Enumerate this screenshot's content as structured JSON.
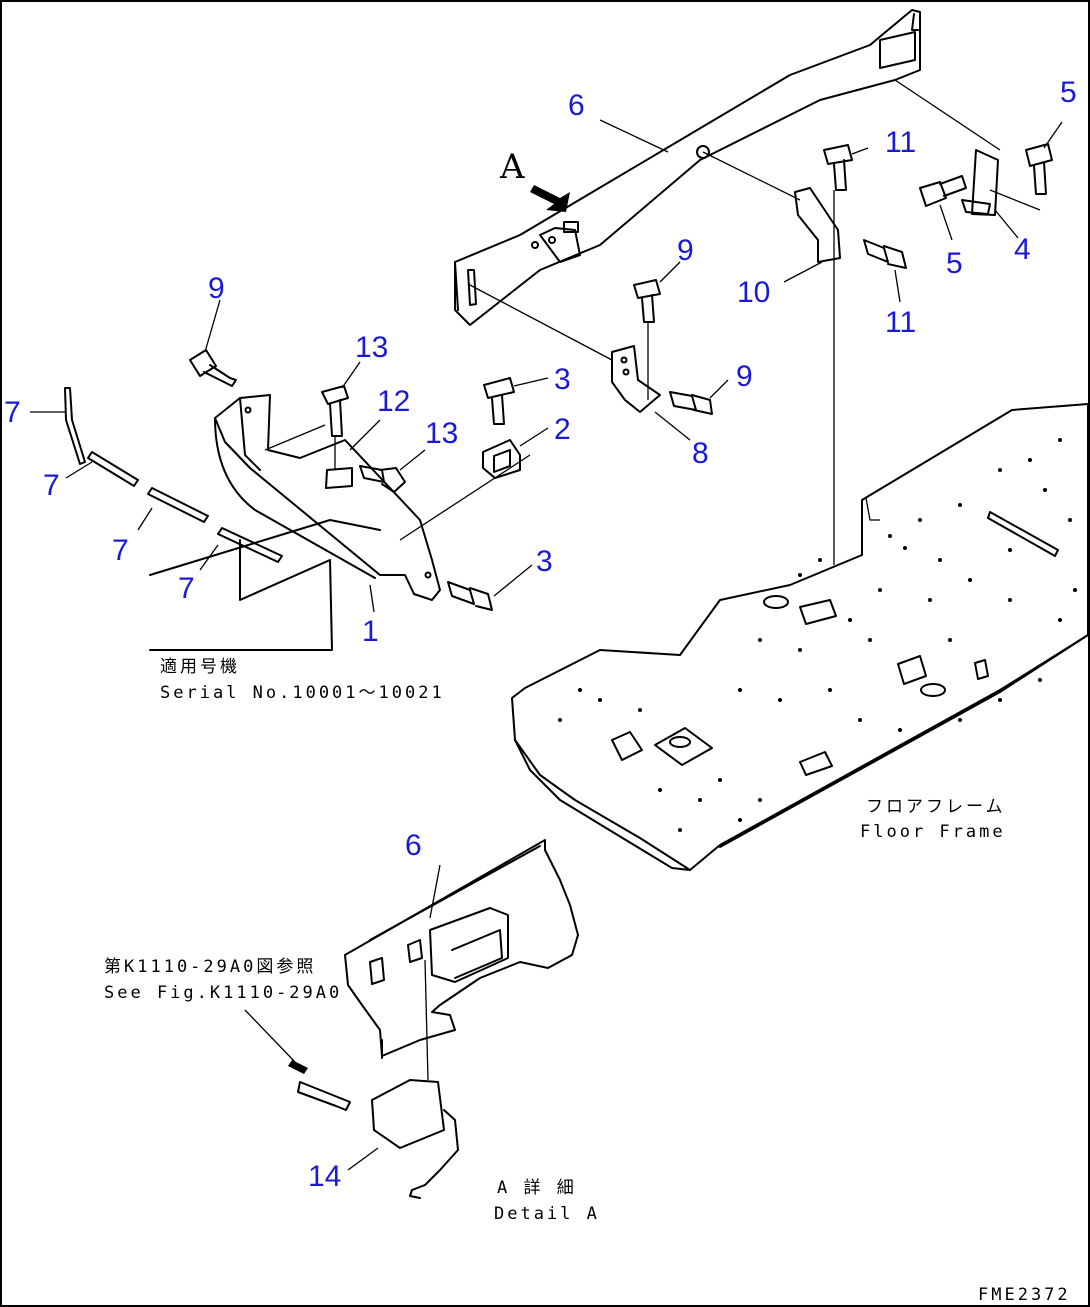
{
  "callouts": {
    "c1": "1",
    "c2": "2",
    "c3a": "3",
    "c3b": "3",
    "c4": "4",
    "c5a": "5",
    "c5b": "5",
    "c6a": "6",
    "c6b": "6",
    "c7a": "7",
    "c7b": "7",
    "c7c": "7",
    "c7d": "7",
    "c8": "8",
    "c9a": "9",
    "c9b": "9",
    "c9c": "9",
    "c10": "10",
    "c11a": "11",
    "c11b": "11",
    "c12": "12",
    "c13a": "13",
    "c13b": "13",
    "c14": "14"
  },
  "view_label": "A",
  "notes": {
    "serial_jp": "適用号機",
    "serial_en": "Serial No.10001～10021",
    "floor_jp": "フロアフレーム",
    "floor_en": "Floor Frame",
    "see_jp": "第K1110-29A0図参照",
    "see_en": "See Fig.K1110-29A0",
    "detail_jp": "A 詳 細",
    "detail_en": "Detail A",
    "figure_code": "FME2372"
  }
}
